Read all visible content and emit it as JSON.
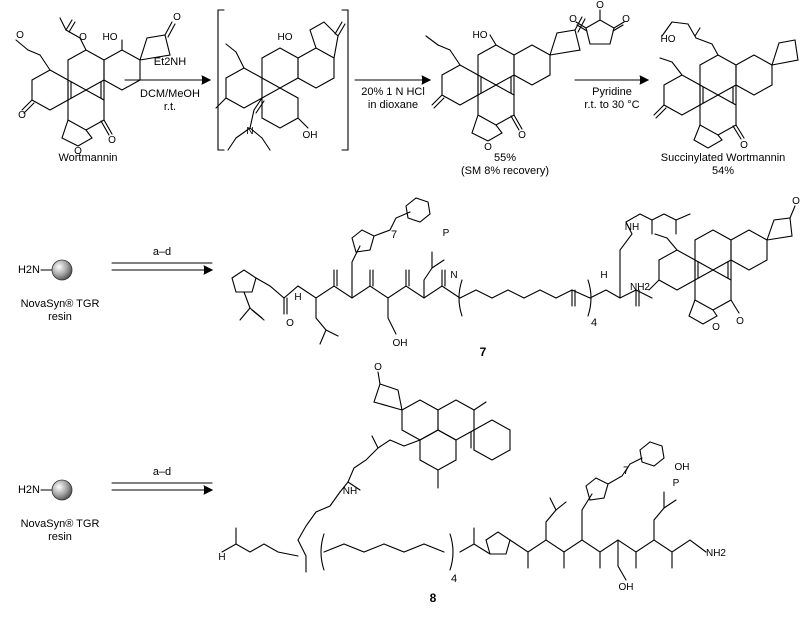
{
  "scheme1": {
    "start_label": "Wortmannin",
    "step1_reagent_line1": "Et2NH",
    "step1_reagent_line2": "DCM/MeOH",
    "step1_reagent_line3": "r.t.",
    "step2_reagent_line1": "20% 1 N HCl",
    "step2_reagent_line2": "in dioxane",
    "mid_yield_line1": "55%",
    "mid_yield_line2": "(SM 8% recovery)",
    "step3_reagent_line1": "Pyridine",
    "step3_reagent_line2": "r.t. to 30 °C",
    "product_label": "Succinylated Wortmannin",
    "product_yield": "54%"
  },
  "scheme2": {
    "resin_label_line1": "NovaSyn® TGR",
    "resin_label_line2": "resin",
    "amine_label": "H2N",
    "arrow_label": "a–d",
    "compound_number": "7",
    "repeat_subscript": "4",
    "chain_subscript": "7"
  },
  "scheme3": {
    "resin_label_line1": "NovaSyn® TGR",
    "resin_label_line2": "resin",
    "amine_label": "H2N",
    "arrow_label": "a–d",
    "compound_number": "8",
    "repeat_subscript": "4",
    "chain_subscript": "7"
  },
  "atoms": {
    "O": "O",
    "N": "N",
    "H": "H",
    "HO": "HO",
    "OH": "OH",
    "NH": "NH",
    "NH2": "NH2",
    "P": "P"
  }
}
